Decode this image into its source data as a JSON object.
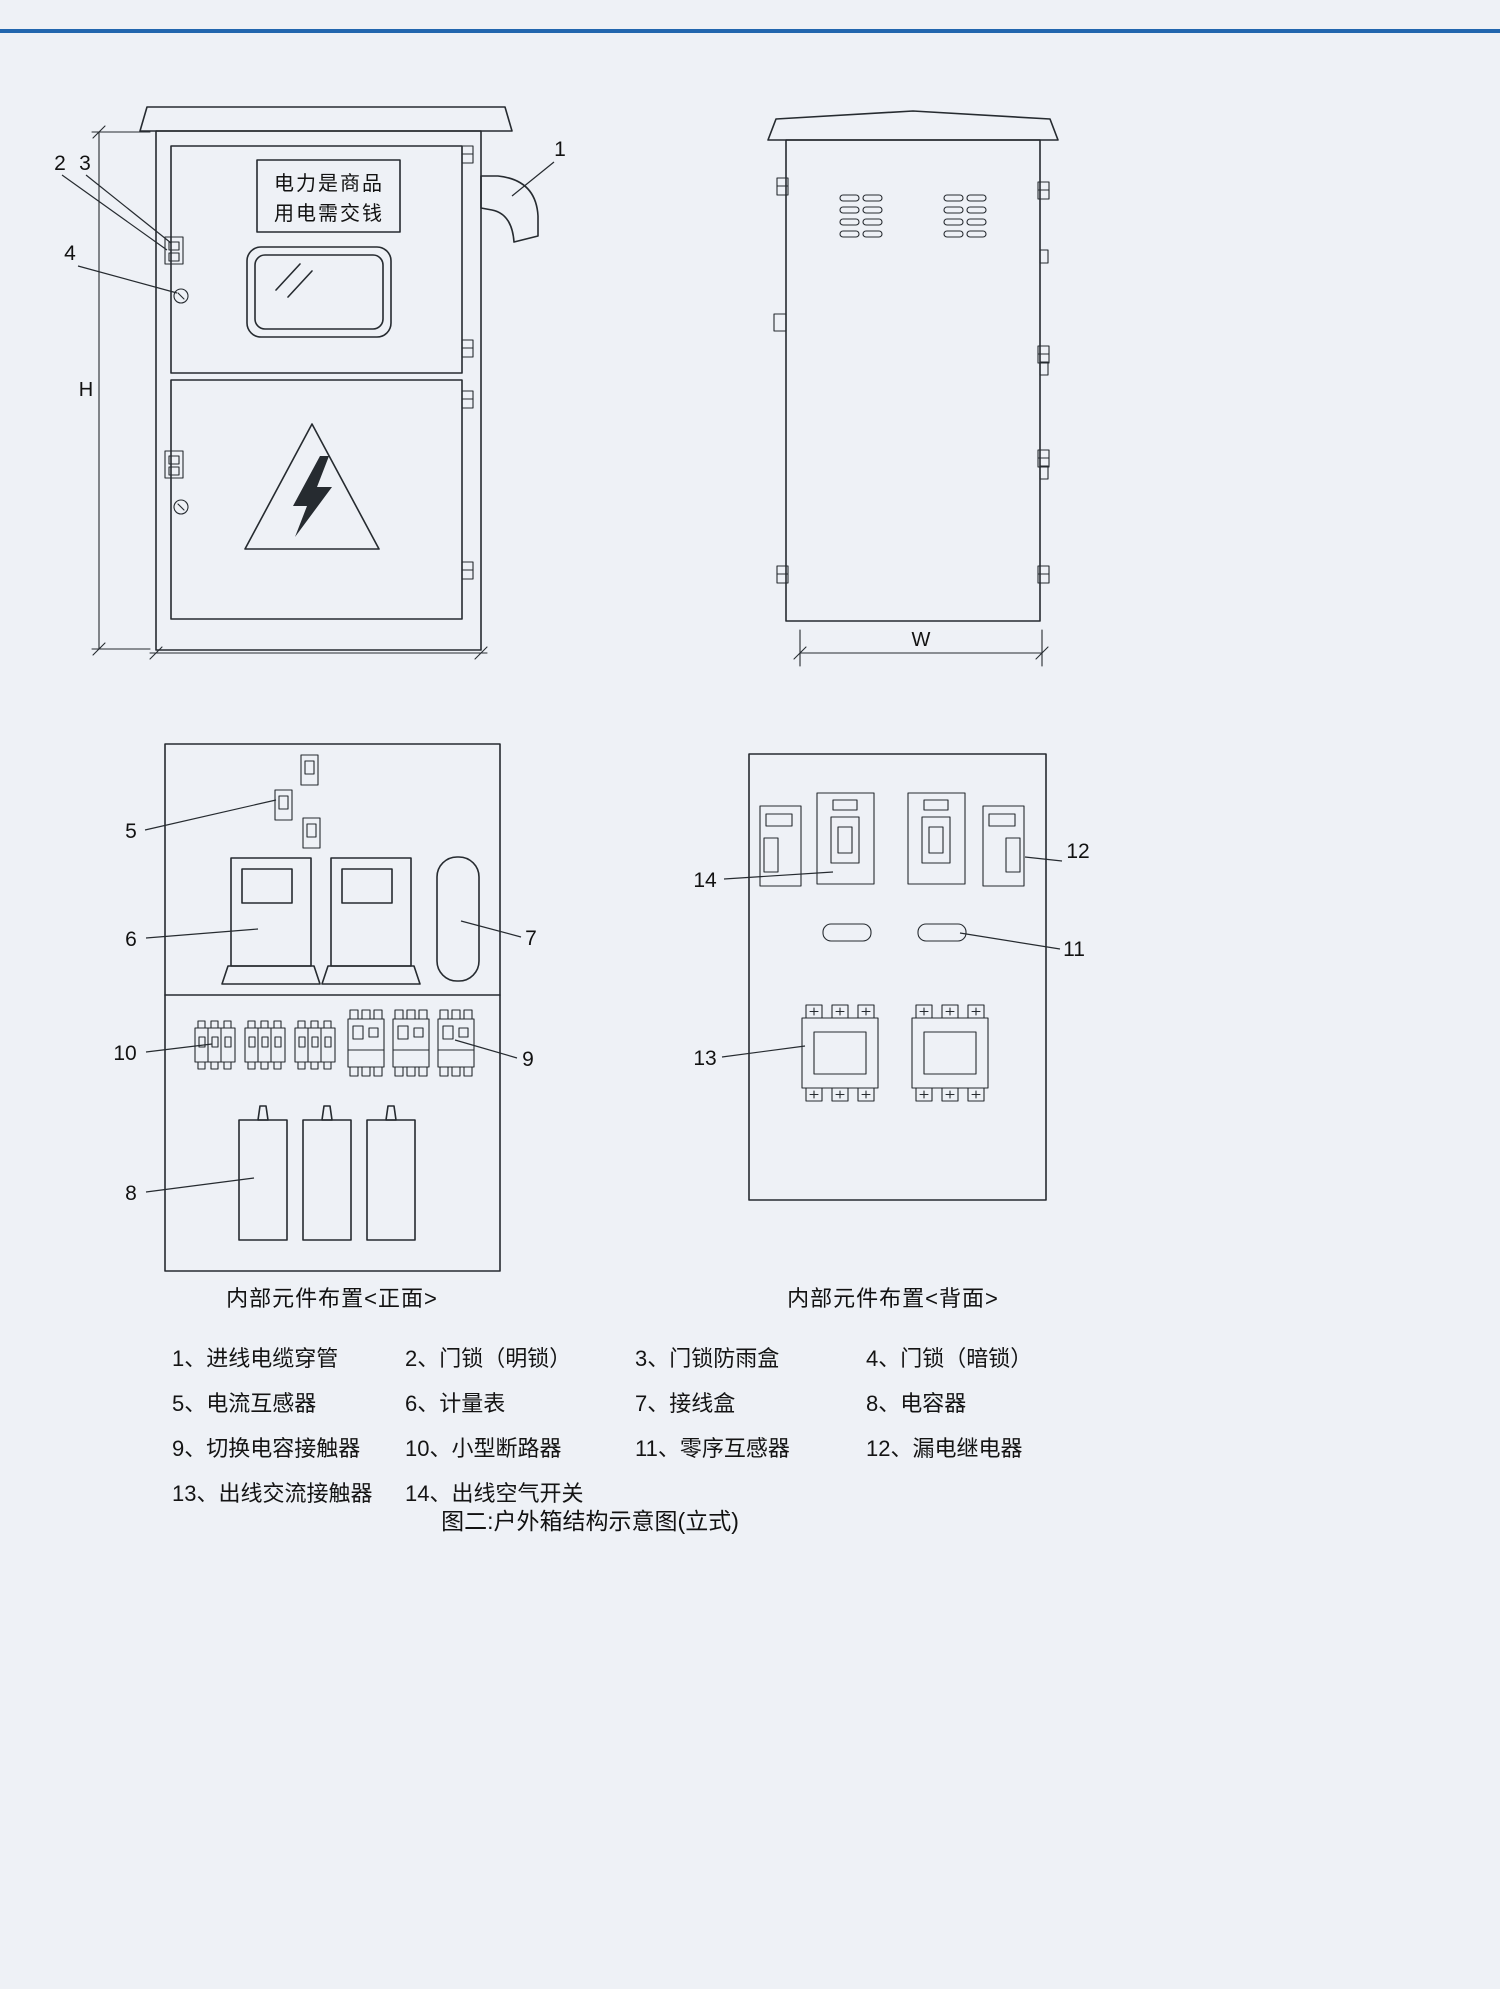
{
  "page": {
    "accent_color": "#2266ae",
    "caption": "图二:户外箱结构示意图(立式)"
  },
  "front_view": {
    "sign_line1": "电力是商品",
    "sign_line2": "用电需交钱"
  },
  "dimensions": {
    "height_label": "H",
    "width_label": "W"
  },
  "panel_labels": {
    "front": "内部元件布置<正面>",
    "back": "内部元件布置<背面>"
  },
  "callouts": {
    "c1": "1",
    "c2": "2",
    "c3": "3",
    "c4": "4",
    "c5": "5",
    "c6": "6",
    "c7": "7",
    "c8": "8",
    "c9": "9",
    "c10": "10",
    "c11": "11",
    "c12": "12",
    "c13": "13",
    "c14": "14"
  },
  "legend": {
    "items": [
      {
        "text": "1、进线电缆穿管"
      },
      {
        "text": "2、门锁（明锁）"
      },
      {
        "text": "3、门锁防雨盒"
      },
      {
        "text": "4、门锁（暗锁）"
      },
      {
        "text": "5、电流互感器"
      },
      {
        "text": "6、计量表"
      },
      {
        "text": "7、接线盒"
      },
      {
        "text": "8、电容器"
      },
      {
        "text": "9、切换电容接触器"
      },
      {
        "text": "10、小型断路器"
      },
      {
        "text": "11、零序互感器"
      },
      {
        "text": "12、漏电继电器"
      },
      {
        "text": "13、出线交流接触器"
      },
      {
        "text": "14、出线空气开关"
      }
    ]
  }
}
